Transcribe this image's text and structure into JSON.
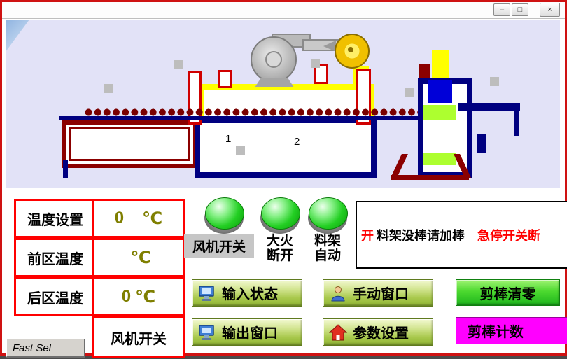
{
  "window": {
    "minimize_glyph": "–",
    "maximize_glyph": "□",
    "close_glyph": "×"
  },
  "diagram": {
    "zone1_label": "1",
    "zone2_label": "2"
  },
  "temperature_panel": {
    "rows": [
      {
        "label": "温度设置",
        "value": "0",
        "unit": "℃"
      },
      {
        "label": "前区温度",
        "value": "",
        "unit": "℃"
      },
      {
        "label": "后区温度",
        "value": "0",
        "unit": "℃"
      }
    ],
    "fan_switch_box": "风机开关"
  },
  "switches": {
    "fan": "风机开关",
    "fire_line1": "大火",
    "fire_line2": "断开",
    "rack_line1": "料架",
    "rack_line2": "自动"
  },
  "alarm": {
    "seg1": "开",
    "seg2": "料架没棒请加棒",
    "seg3": "急停开关断"
  },
  "buttons": {
    "input_status": "输入状态",
    "manual_window": "手动窗口",
    "cut_reset": "剪棒清零",
    "output_window": "输出窗口",
    "param_settings": "参数设置",
    "cut_count": "剪棒计数"
  },
  "fast_sel_label": "Fast Sel",
  "colors": {
    "alarm_red": "#ff0000",
    "panel_border_red": "#ff0000",
    "value_olive": "#7f7f00",
    "machine_navy": "#000080",
    "roller_dark_red": "#7a0000",
    "furnace_yellow": "#ffff00",
    "count_magenta": "#ff00ff",
    "button_green": "#2fd32f",
    "diagram_bg": "#e2e2f7"
  }
}
